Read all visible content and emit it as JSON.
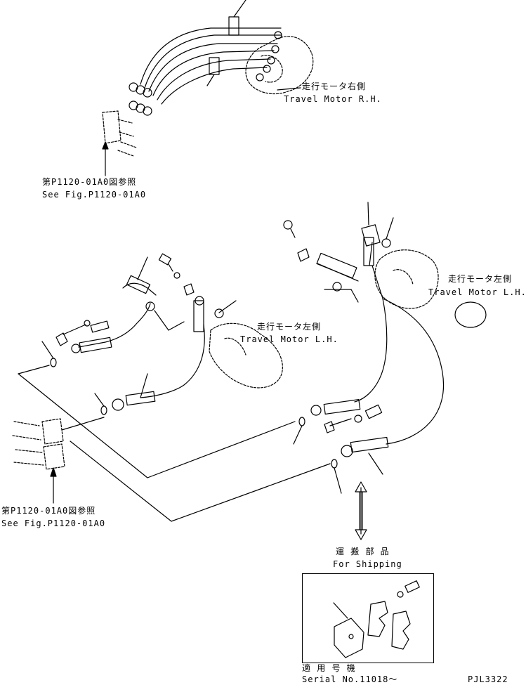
{
  "labels": {
    "motor_rh_jp": "走行モータ右側",
    "motor_rh_en": "Travel Motor R.H.",
    "ref_top_jp": "第P1120-01A0図参照",
    "ref_top_en": "See Fig.P1120-01A0",
    "motor_lh_mid_jp": "走行モータ左側",
    "motor_lh_mid_en": "Travel Motor L.H.",
    "motor_lh_right_jp": "走行モータ左側",
    "motor_lh_right_en": "Travel Motor L.H.",
    "ref_bottom_jp": "第P1120-01A0図参照",
    "ref_bottom_en": "See Fig.P1120-01A0",
    "shipping_jp": "運 搬 部 品",
    "shipping_en": "For Shipping",
    "serial_jp": "適 用 号 機",
    "serial_en": "Serial No.11018～",
    "drawing_code": "PJL3322"
  }
}
